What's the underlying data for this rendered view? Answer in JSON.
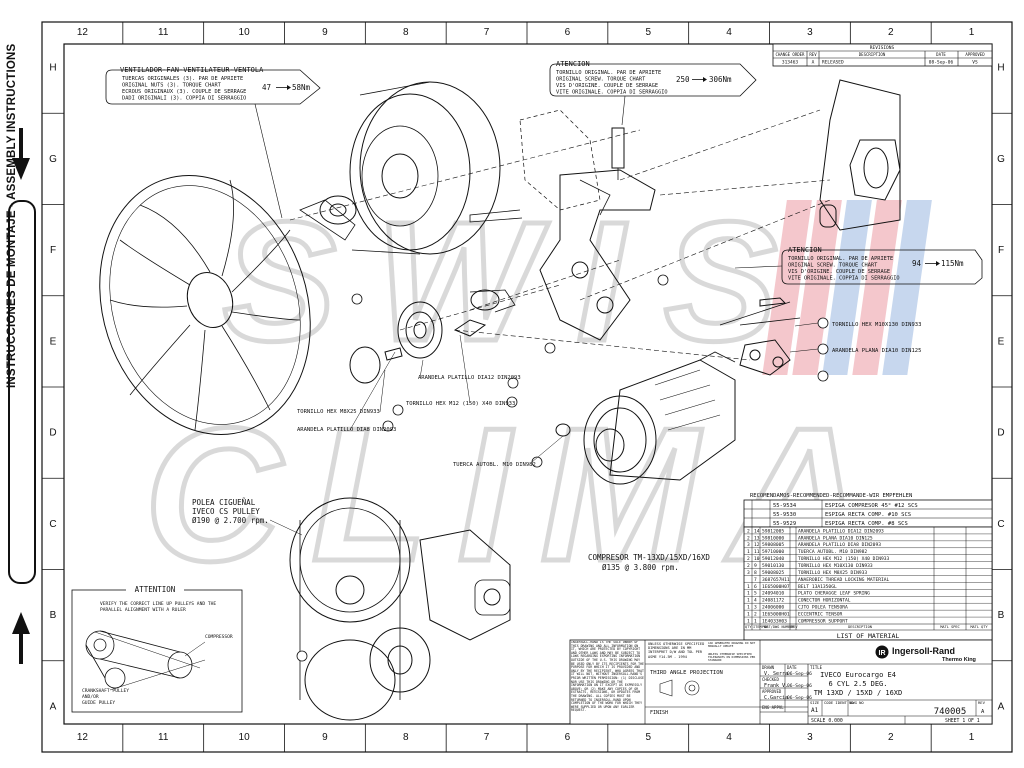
{
  "border": {
    "cols": [
      "12",
      "11",
      "10",
      "9",
      "8",
      "7",
      "6",
      "5",
      "4",
      "3",
      "2",
      "1"
    ],
    "rows": [
      "H",
      "G",
      "F",
      "E",
      "D",
      "C",
      "B",
      "A"
    ]
  },
  "side_label": "INSTRUCCIONES DE MONTAJE - ASSEMBLY INSTRUCTIONS",
  "watermark": {
    "line1": "SWIS",
    "line2": "CLIMA"
  },
  "revisions": {
    "title": "REVISIONS",
    "headers": [
      "CHANGE ORDER",
      "REV",
      "DESCRIPTION",
      "DATE",
      "APPROVED"
    ],
    "row": [
      "313463",
      "A",
      "RELEASED",
      "08-Sep-06",
      "VS"
    ]
  },
  "notes": {
    "fan": {
      "title": "VENTILADOR-FAN-VENTILATEUR-VENTOLA",
      "lines": [
        "TUERCAS ORIGINALES (3). PAR DE APRIETE",
        "ORIGINAL NUTS (3). TORQUE CHART",
        "ECROUS ORIGINAUX (3). COUPLE DE SERRAGE",
        "DADI ORIGINALI (3). COPPIA DI SERRAGGIO"
      ],
      "torque_from": "47",
      "torque_to": "58Nm"
    },
    "atencion_top": {
      "title": "ATENCION",
      "lines": [
        "TORNILLO ORIGINAL. PAR DE APRIETE",
        "ORIGINAL SCREW. TORQUE CHART",
        "VIS D'ORIGINE. COUPLE DE SERRAGE",
        "VITE ORIGINALE. COPPIA DI SERRAGGIO"
      ],
      "torque_from": "250",
      "torque_to": "306Nm"
    },
    "atencion_right": {
      "title": "ATENCION",
      "lines": [
        "TORNILLO ORIGINAL. PAR DE APRIETE",
        "ORIGINAL SCREW. TORQUE CHART",
        "VIS D'ORIGINE. COUPLE DE SERRAGE",
        "VITE ORIGINALE. COPPIA DI SERRAGGIO"
      ],
      "torque_from": "94",
      "torque_to": "115Nm"
    },
    "attention": {
      "title": "ATTENTION",
      "lines": [
        "VERIFY THE CORRECT LINE UP PULLEYS AND THE",
        "PARALLEL ALIGNMENT WITH A RULER"
      ],
      "compressor": "COMPRESSOR",
      "crank": [
        "CRANKSHAFT PULLEY",
        "AND/OR",
        "GUIDE PULLEY"
      ]
    }
  },
  "callouts": {
    "c1": "TORNILLO HEX M10X130 DIN933",
    "c2": "ARANDELA PLANA DIA10 DIN125",
    "c3": "ARANDELA PLATILLO DIA12 DIN2093",
    "c4": "TORNILLO HEX M12 (150) X40 DIN933",
    "c5": "TORNILLO HEX M8X25 DIN933",
    "c6": "ARANDELA PLATILLO DIA8 DIN2093",
    "c7": "TUERCA AUTOBL. M10 DIN982"
  },
  "pulley": {
    "lines": [
      "POLEA CIGUEÑAL",
      "IVECO CS PULLEY",
      "Ø190 @ 2.700 rpm."
    ]
  },
  "compressor": {
    "lines": [
      "COMPRESOR TM-13XD/15XD/16XD",
      "Ø135 @ 3.800 rpm."
    ]
  },
  "recommended": {
    "title": "RECOMENDAMOS-RECOMMENDED-RECOMMANDE-WIR EMPFEHLEN",
    "rows": [
      [
        "55-9534",
        "ESPIGA COMPRESOR 45° #12 SCS"
      ],
      [
        "55-9530",
        "ESPIGA RECTA COMP. #10 SCS"
      ],
      [
        "55-9529",
        "ESPIGA RECTA COMP. #8 SCS"
      ]
    ]
  },
  "bom": {
    "headers": [
      "QTY",
      "ITEM NO",
      "PART/DWG NUMBER",
      "REV",
      "DESCRIPTION",
      "MATL SPEC",
      "MATL QTY"
    ],
    "title": "LIST OF MATERIAL",
    "rows": [
      [
        "2",
        "14",
        "59812005",
        "",
        "ARANDELA PLATILLO DIA12 DIN2093"
      ],
      [
        "2",
        "13",
        "59810000",
        "",
        "ARANDELA PLANA DIA10 DIN125"
      ],
      [
        "3",
        "12",
        "59808005",
        "",
        "ARANDELA PLATILLO DIA8 DIN2093"
      ],
      [
        "1",
        "11",
        "59710000",
        "",
        "TUERCA AUTOBL. M10 DIN982"
      ],
      [
        "2",
        "10",
        "59012040",
        "",
        "TORNILLO HEX M12 (150) X40 DIN933"
      ],
      [
        "2",
        "9",
        "59010130",
        "",
        "TORNILLO HEX M10X130 DIN933"
      ],
      [
        "3",
        "8",
        "59008025",
        "",
        "TORNILLO HEX M8X25 DIN933"
      ],
      [
        "",
        "7",
        "3687657H11",
        "",
        "ANAEROBIC THREAD LOCKING MATERIAL"
      ],
      [
        "1",
        "6",
        "1E65000H07",
        "",
        "BELT 13A1350GL"
      ],
      [
        "1",
        "5",
        "24094010",
        "",
        "PLATO CHERAGGE LEAF SPRING"
      ],
      [
        "1",
        "4",
        "24081172",
        "",
        "CONECTOR HORIZONTAL"
      ],
      [
        "1",
        "3",
        "24006000",
        "",
        "CJTO POLEA TENSORA"
      ],
      [
        "1",
        "2",
        "1E65000H01",
        "",
        "ECCENTRIC TENSOR"
      ],
      [
        "1",
        "1",
        "1E4033H03",
        "",
        "COMPRESSOR SUPPORT"
      ]
    ]
  },
  "title_block": {
    "legal": "INGERSOLL-RAND IS THE SOLE OWNER OF THIS DRAWING AND ALL INFORMATION ON IT, WHICH ARE PROTECTED BY COPYRIGHT AND OTHER LAWS AND MAY BE SUBJECT TO LAWS REGARDING EXPORTING INFORMATION OUTSIDE OF THE U.S. THIS DRAWING MAY BE USED ONLY BY ITS RECIPIENTS FOR THE PURPOSE FOR WHICH IT IS PROVIDED AND ONLY BY THE RECIPIENT, WHO AGREES THAT IT WILL NOT, WITHOUT INGERSOLL-RAND'S PRIOR WRITTEN PERMISSION: (1) DISCLOSE NOR USE THIS DRAWING OR THE INFORMATION ON IT EXCEPT AS EXPRESSLY ABOVE; OR (2) MAKE ANY COPIES OF OR EXTRACTS, REVISIONS, OR UPDATES FROM THE DRAWING. ALL COPIES MUST BE RETURNED TO INGERSOLL-RAND UPON COMPLETION OF THE WORK FOR WHICH THEY WERE SUPPLIED OR UPON ANY EARLIER REQUEST.",
    "tolerance": "UNLESS OTHERWISE SPECIFIED DIMENSIONS ARE IN MM INTERPRET D/W AND TOL PER ASME Y14.5M - 1994",
    "projection": "THIRD ANGLE PROJECTION",
    "cad": "CAD GENERATED DRAWING DO NOT MANUALLY UPDATE",
    "unless": "UNLESS OTHERWISE SPECIFIED TOLERANCES ON DIMENSIONS PER STANDARD",
    "drawn_label": "DRAWN",
    "drawn_by": "V. Serra",
    "date_label": "DATE",
    "drawn_date": "06-Sep-06",
    "checked_label": "CHECKED",
    "checked_by": "Frank V.",
    "checked_date": "06-Sep-06",
    "approved_label": "APPROVED",
    "approved_by": "C.Garcia",
    "approved_date": "06-Sep-06",
    "eng_label": "ENG APPVL",
    "finish_label": "FINISH",
    "logo": "Ingersoll-Rand",
    "logo_sub": "Thermo King",
    "title_label": "TITLE",
    "title_lines": [
      "IVECO Eurocargo E4",
      "6 CYL 2.5 DEG.",
      "TM 13XD / 15XD / 16XD"
    ],
    "size_label": "SIZE",
    "size": "A1",
    "code_label": "CODE IDENT NO",
    "dwg_label": "DWG NO",
    "dwg_no": "740005",
    "rev_label": "REV",
    "rev": "A",
    "scale": "SCALE 0.000",
    "sheet": "SHEET 1 OF 1"
  }
}
